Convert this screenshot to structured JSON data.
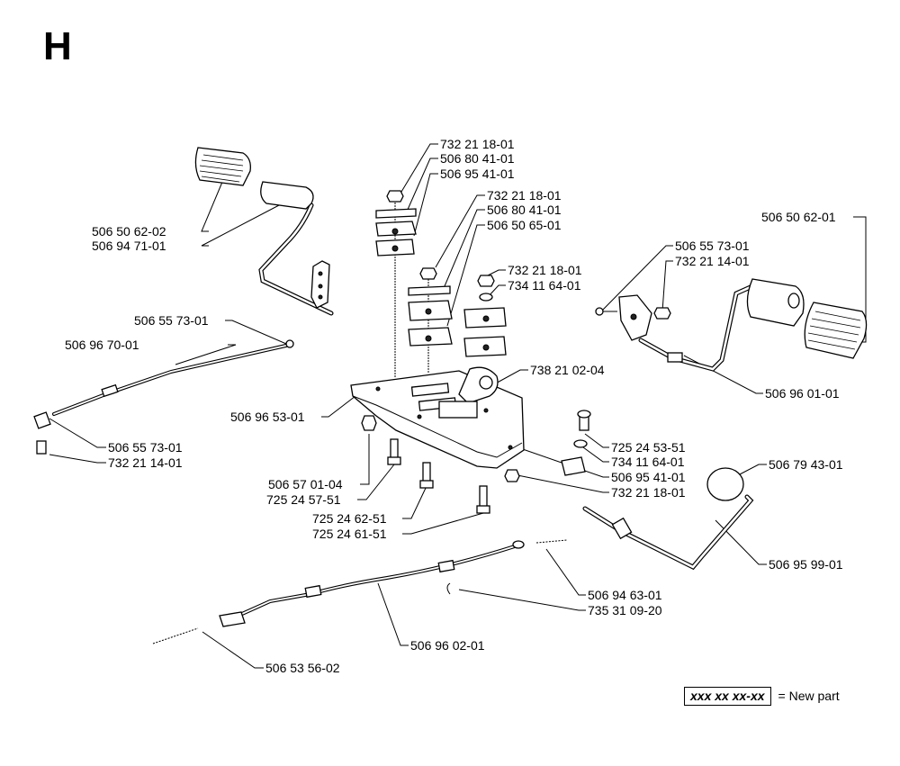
{
  "section": "H",
  "labels": [
    "732 21 18-01",
    "506 80 41-01",
    "506 95 41-01",
    "732 21 18-01",
    "506 80 41-01",
    "506 50 65-01",
    "732 21 18-01",
    "734 11 64-01",
    "506 50 62-02",
    "506 94 71-01",
    "506 55 73-01",
    "732 21 14-01",
    "506 50 62-01",
    "506 55 73-01",
    "506 96 70-01",
    "738 21 02-04",
    "506 96 01-01",
    "506 96 53-01",
    "506 55 73-01",
    "732 21 14-01",
    "725 24 53-51",
    "734 11 64-01",
    "506 95 41-01",
    "732 21 18-01",
    "506 57 01-04",
    "725 24 57-51",
    "506 79 43-01",
    "725 24 62-51",
    "725 24 61-51",
    "506 95 99-01",
    "506 94 63-01",
    "735 31 09-20",
    "506 96 02-01",
    "506 53 56-02"
  ],
  "legend": {
    "code": "xxx xx xx-xx",
    "text": "= New part"
  }
}
